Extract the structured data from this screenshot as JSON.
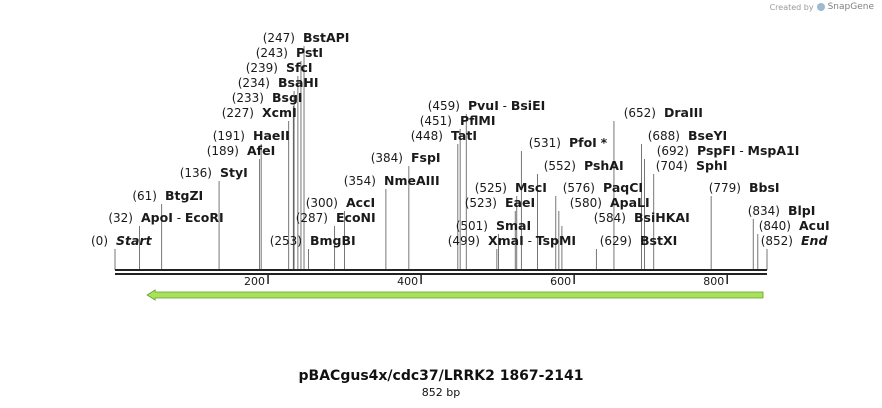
{
  "credit": {
    "prefix": "Created by",
    "brand": "SnapGene"
  },
  "title": "pBACgus4x/cdc37/LRRK2 1867-2141",
  "subtitle": "852 bp",
  "colors": {
    "feature": "#a6e35a",
    "feature_stroke": "#6a9a2a",
    "backbone": "#222222",
    "text": "#1a1a1a"
  },
  "map": {
    "length": 852,
    "ticks": [
      "200",
      "400",
      "600",
      "800"
    ],
    "tick_positions": [
      200,
      400,
      600,
      800
    ],
    "feature": {
      "start": 42,
      "end": 852,
      "direction": "reverse"
    },
    "sites": [
      {
        "pos": 0,
        "label": "(0)",
        "parts": [
          {
            "t": "Start",
            "s": "end"
          }
        ]
      },
      {
        "pos": 32,
        "label": "(32)",
        "parts": [
          {
            "t": "ApoI",
            "s": "enz"
          },
          {
            "t": "EcoRI",
            "s": "enz"
          }
        ]
      },
      {
        "pos": 61,
        "label": "(61)",
        "parts": [
          {
            "t": "BtgZI",
            "s": "enz"
          }
        ]
      },
      {
        "pos": 136,
        "label": "(136)",
        "parts": [
          {
            "t": "StyI",
            "s": "enz"
          }
        ]
      },
      {
        "pos": 189,
        "label": "(189)",
        "parts": [
          {
            "t": "AfeI",
            "s": "enz"
          }
        ]
      },
      {
        "pos": 191,
        "label": "(191)",
        "parts": [
          {
            "t": "HaeII",
            "s": "enz"
          }
        ]
      },
      {
        "pos": 227,
        "label": "(227)",
        "parts": [
          {
            "t": "XcmI",
            "s": "enz"
          }
        ]
      },
      {
        "pos": 233,
        "label": "(233)",
        "parts": [
          {
            "t": "BsgI",
            "s": "enz"
          }
        ]
      },
      {
        "pos": 234,
        "label": "(234)",
        "parts": [
          {
            "t": "BsaHI",
            "s": "enz"
          }
        ]
      },
      {
        "pos": 239,
        "label": "(239)",
        "parts": [
          {
            "t": "SfcI",
            "s": "enz"
          }
        ]
      },
      {
        "pos": 243,
        "label": "(243)",
        "parts": [
          {
            "t": "PstI",
            "s": "enz"
          }
        ]
      },
      {
        "pos": 247,
        "label": "(247)",
        "parts": [
          {
            "t": "BstAPI",
            "s": "enz"
          }
        ]
      },
      {
        "pos": 253,
        "label": "(253)",
        "parts": [
          {
            "t": "BmgBI",
            "s": "enz"
          }
        ]
      },
      {
        "pos": 287,
        "label": "(287)",
        "parts": [
          {
            "t": "EcoNI",
            "s": "enz"
          }
        ]
      },
      {
        "pos": 300,
        "label": "(300)",
        "parts": [
          {
            "t": "AccI",
            "s": "enz"
          }
        ]
      },
      {
        "pos": 354,
        "label": "(354)",
        "parts": [
          {
            "t": "NmeAIII",
            "s": "enz"
          }
        ]
      },
      {
        "pos": 384,
        "label": "(384)",
        "parts": [
          {
            "t": "FspI",
            "s": "enz"
          }
        ]
      },
      {
        "pos": 448,
        "label": "(448)",
        "parts": [
          {
            "t": "TatI",
            "s": "enz"
          }
        ]
      },
      {
        "pos": 451,
        "label": "(451)",
        "parts": [
          {
            "t": "PflMI",
            "s": "enz"
          }
        ]
      },
      {
        "pos": 459,
        "label": "(459)",
        "parts": [
          {
            "t": "PvuI",
            "s": "enz"
          },
          {
            "t": "BsiEI",
            "s": "enz"
          }
        ]
      },
      {
        "pos": 499,
        "label": "(499)",
        "parts": [
          {
            "t": "XmaI",
            "s": "enz"
          },
          {
            "t": "TspMI",
            "s": "enz"
          }
        ]
      },
      {
        "pos": 501,
        "label": "(501)",
        "parts": [
          {
            "t": "SmaI",
            "s": "enz"
          }
        ]
      },
      {
        "pos": 523,
        "label": "(523)",
        "parts": [
          {
            "t": "EaeI",
            "s": "enz"
          }
        ]
      },
      {
        "pos": 525,
        "label": "(525)",
        "parts": [
          {
            "t": "MscI",
            "s": "enz"
          }
        ]
      },
      {
        "pos": 531,
        "label": "(531)",
        "parts": [
          {
            "t": "PfoI",
            "s": "enz"
          },
          {
            "t": "*",
            "s": "enz"
          }
        ]
      },
      {
        "pos": 552,
        "label": "(552)",
        "parts": [
          {
            "t": "PshAI",
            "s": "enz"
          }
        ]
      },
      {
        "pos": 576,
        "label": "(576)",
        "parts": [
          {
            "t": "PaqCI",
            "s": "enz"
          }
        ]
      },
      {
        "pos": 580,
        "label": "(580)",
        "parts": [
          {
            "t": "ApaLI",
            "s": "enz"
          }
        ]
      },
      {
        "pos": 584,
        "label": "(584)",
        "parts": [
          {
            "t": "BsiHKAI",
            "s": "enz"
          }
        ]
      },
      {
        "pos": 629,
        "label": "(629)",
        "parts": [
          {
            "t": "BstXI",
            "s": "enz"
          }
        ]
      },
      {
        "pos": 652,
        "label": "(652)",
        "parts": [
          {
            "t": "DraIII",
            "s": "enz"
          }
        ]
      },
      {
        "pos": 688,
        "label": "(688)",
        "parts": [
          {
            "t": "BseYI",
            "s": "enz"
          }
        ]
      },
      {
        "pos": 692,
        "label": "(692)",
        "parts": [
          {
            "t": "PspFI",
            "s": "enz"
          },
          {
            "t": "MspA1I",
            "s": "enz"
          }
        ]
      },
      {
        "pos": 704,
        "label": "(704)",
        "parts": [
          {
            "t": "SphI",
            "s": "enz"
          }
        ]
      },
      {
        "pos": 779,
        "label": "(779)",
        "parts": [
          {
            "t": "BbsI",
            "s": "enz"
          }
        ]
      },
      {
        "pos": 834,
        "label": "(834)",
        "parts": [
          {
            "t": "BlpI",
            "s": "enz"
          }
        ]
      },
      {
        "pos": 840,
        "label": "(840)",
        "parts": [
          {
            "t": "AcuI",
            "s": "enz"
          }
        ]
      },
      {
        "pos": 852,
        "label": "(852)",
        "parts": [
          {
            "t": "End",
            "s": "end"
          }
        ]
      }
    ]
  }
}
